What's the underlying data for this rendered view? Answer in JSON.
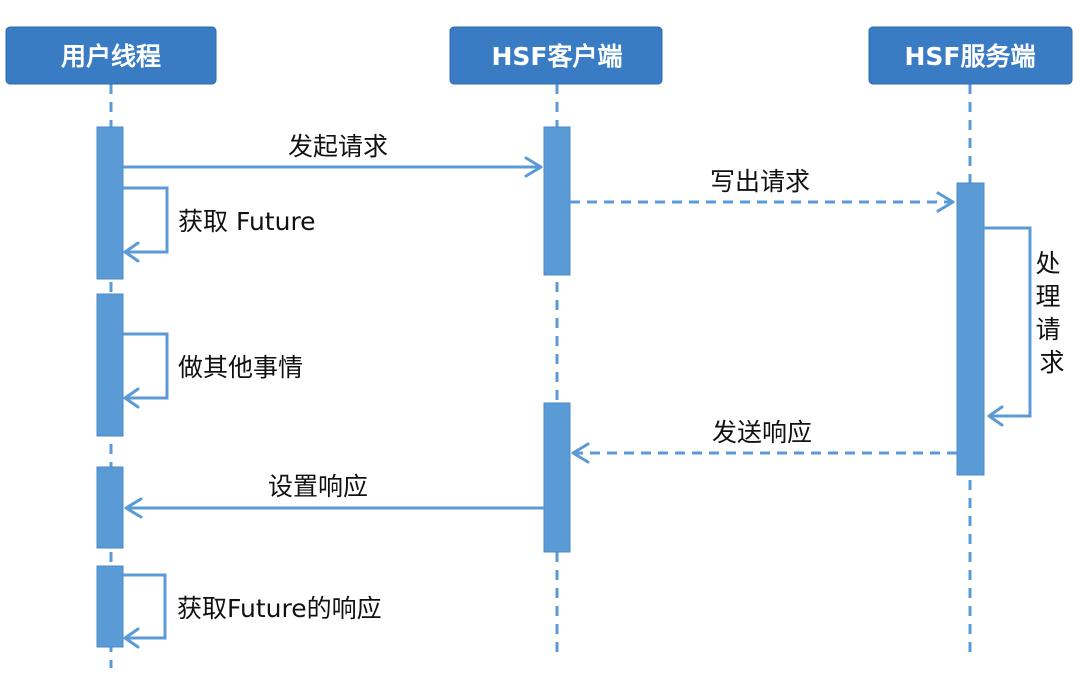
{
  "participants": [
    "用户线程",
    "HSF客户端",
    "HSF服务端"
  ],
  "messages": {
    "send_request": "发起请求",
    "get_future": "获取 Future",
    "write_request": "写出请求",
    "do_other": "做其他事情",
    "process_request": "处理请求",
    "send_response": "发送响应",
    "set_response": "设置响应",
    "get_future_response": "获取Future的响应"
  },
  "colors": {
    "participant_fill": "#3a7cc4",
    "line": "#5b9bd5",
    "text": "#111111"
  }
}
